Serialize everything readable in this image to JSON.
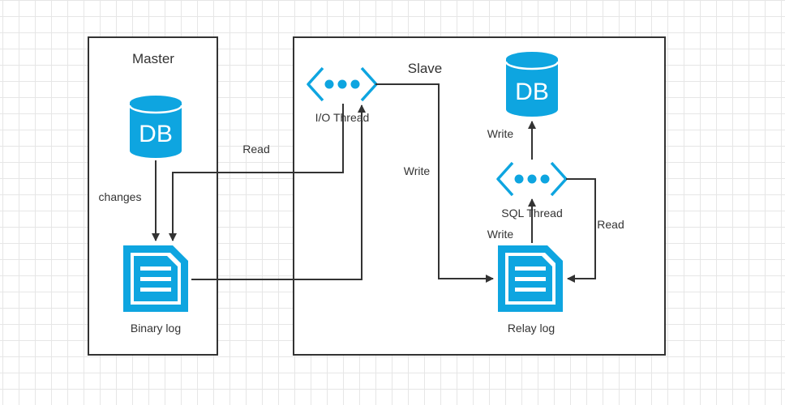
{
  "master": {
    "title": "Master",
    "db_label": "DB",
    "changes_label": "changes",
    "binary_log_label": "Binary log"
  },
  "slave": {
    "title": "Slave",
    "db_label": "DB",
    "io_thread_label": "I/O Thread",
    "sql_thread_label": "SQL Thread",
    "relay_log_label": "Relay log"
  },
  "edges": {
    "read_binlog_label": "Read",
    "write_relay_label": "Write",
    "write_db_label": "Write",
    "write_sql_relay_label": "Write",
    "read_relay_label": "Read"
  },
  "colors": {
    "icon": "#0ea5e0",
    "line": "#333333"
  }
}
